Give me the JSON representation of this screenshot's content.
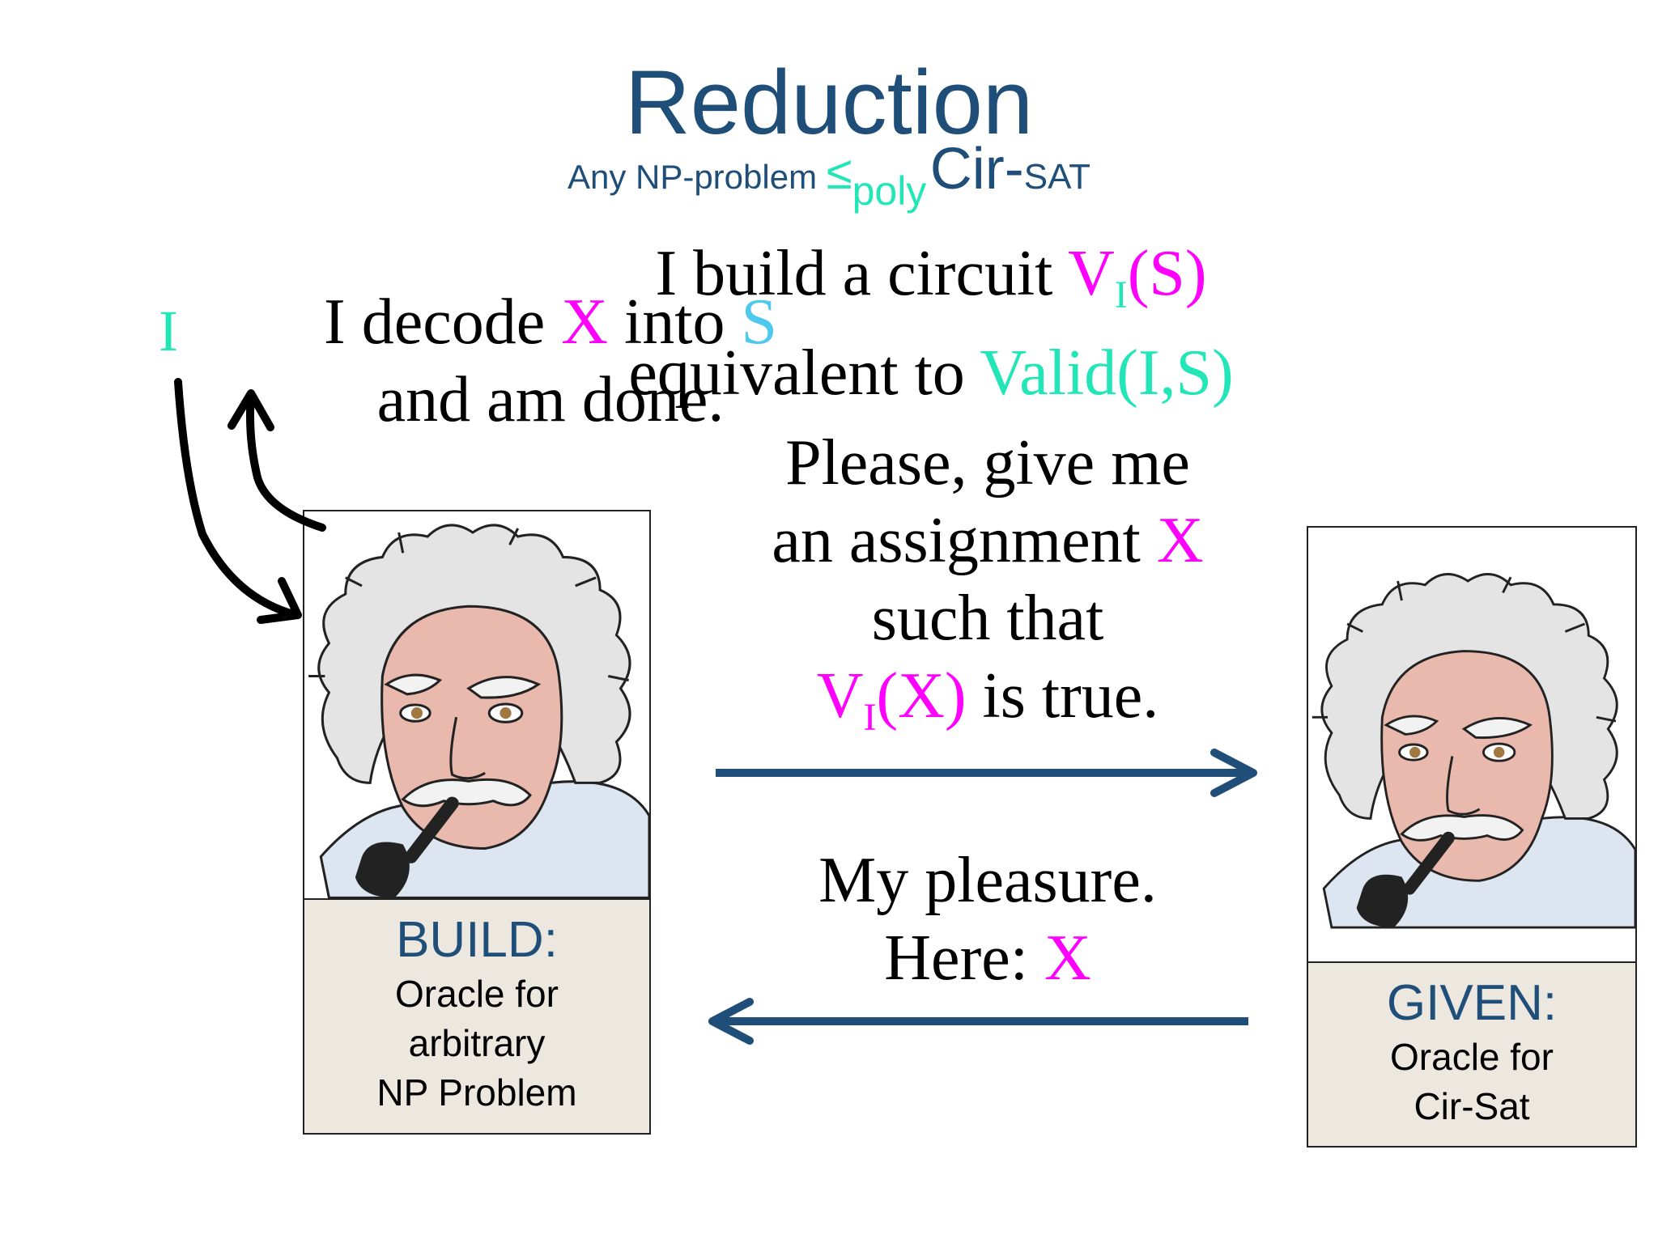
{
  "title": "Reduction",
  "subtitle": {
    "any": "Any NP-problem ",
    "le": "≤",
    "poly": "poly",
    "cir": " Cir-",
    "sat": "SAT"
  },
  "instance_label": "I",
  "decode": {
    "l1_a": "I decode ",
    "l1_x": "X",
    "l1_b": " into ",
    "l1_s": "S",
    "l2": "and am done."
  },
  "build": {
    "l1_a": "I build a circuit ",
    "l1_v": "V",
    "l1_sub": "I",
    "l1_arg": "(S)",
    "l2_a": "equivalent to ",
    "l2_valid": "Valid(I,S)"
  },
  "request": {
    "l1": "Please, give me",
    "l2_a": "an assignment ",
    "l2_x": "X",
    "l3": "such that",
    "l4_v": "V",
    "l4_sub": "I",
    "l4_arg": "(X)",
    "l4_b": " is true."
  },
  "reply": {
    "l1": "My pleasure.",
    "l2_a": "Here: ",
    "l2_x": "X"
  },
  "left_card": {
    "head": "BUILD:",
    "lines": [
      "Oracle for",
      "arbitrary",
      "NP Problem"
    ]
  },
  "right_card": {
    "head": "GIVEN:",
    "lines": [
      "Oracle for",
      "Cir-Sat"
    ]
  },
  "colors": {
    "navy": "#1f4e79",
    "magenta": "#ff00ff",
    "cyan": "#22e6b8",
    "caption_bg": "#ece8e0"
  }
}
